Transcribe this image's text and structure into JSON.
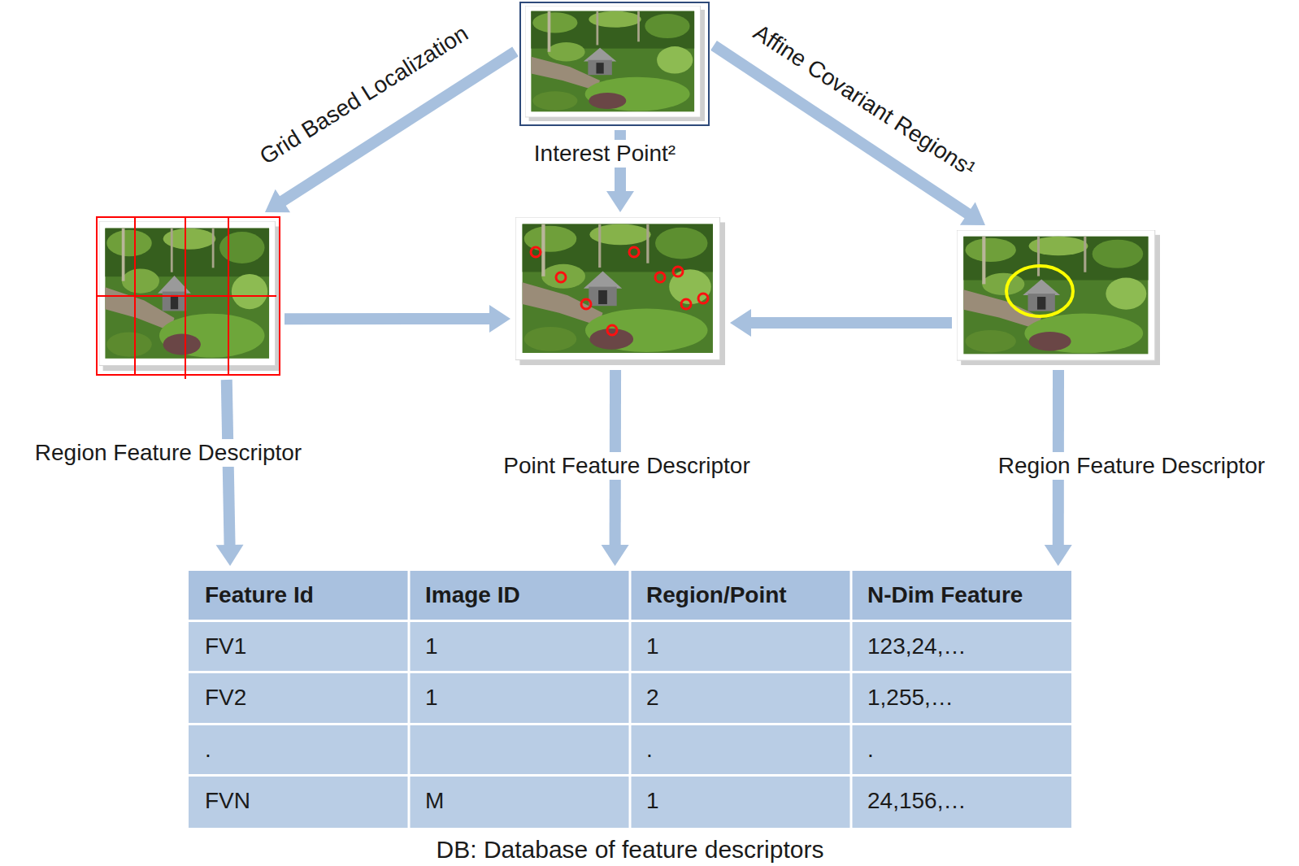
{
  "diagram": {
    "nodes": [
      {
        "text": []
      },
      {
        "text": []
      },
      {
        "text": []
      },
      {
        "text": []
      },
      {
        "text": [
          "DB: Database of feature descriptors"
        ]
      }
    ],
    "edges": [
      {
        "from": 0,
        "to": 1,
        "arrow": "to",
        "label": "Grid Based Localization"
      },
      {
        "from": 0,
        "to": 2,
        "arrow": "to",
        "label": "Interest Point²"
      },
      {
        "from": 0,
        "to": 3,
        "arrow": "to",
        "label": "Affine Covariant Regions¹"
      },
      {
        "from": 1,
        "to": 2,
        "arrow": "to"
      },
      {
        "from": 3,
        "to": 2,
        "arrow": "to"
      },
      {
        "from": 1,
        "to": 4,
        "arrow": "to",
        "label": "Region Feature Descriptor"
      },
      {
        "from": 2,
        "to": 4,
        "arrow": "to",
        "label": "Point Feature Descriptor"
      },
      {
        "from": 3,
        "to": 4,
        "arrow": "to",
        "label": "Region Feature Descriptor"
      }
    ],
    "labels": [
      "Feature Id",
      "Image ID",
      "Region/Point",
      "N-Dim Feature",
      "FV1",
      "1",
      "1",
      "123,24,…",
      "FV2",
      "1",
      "2",
      "1,255,…",
      ".",
      ".",
      ".",
      "FVN",
      "M",
      "1",
      "24,156,…"
    ]
  }
}
